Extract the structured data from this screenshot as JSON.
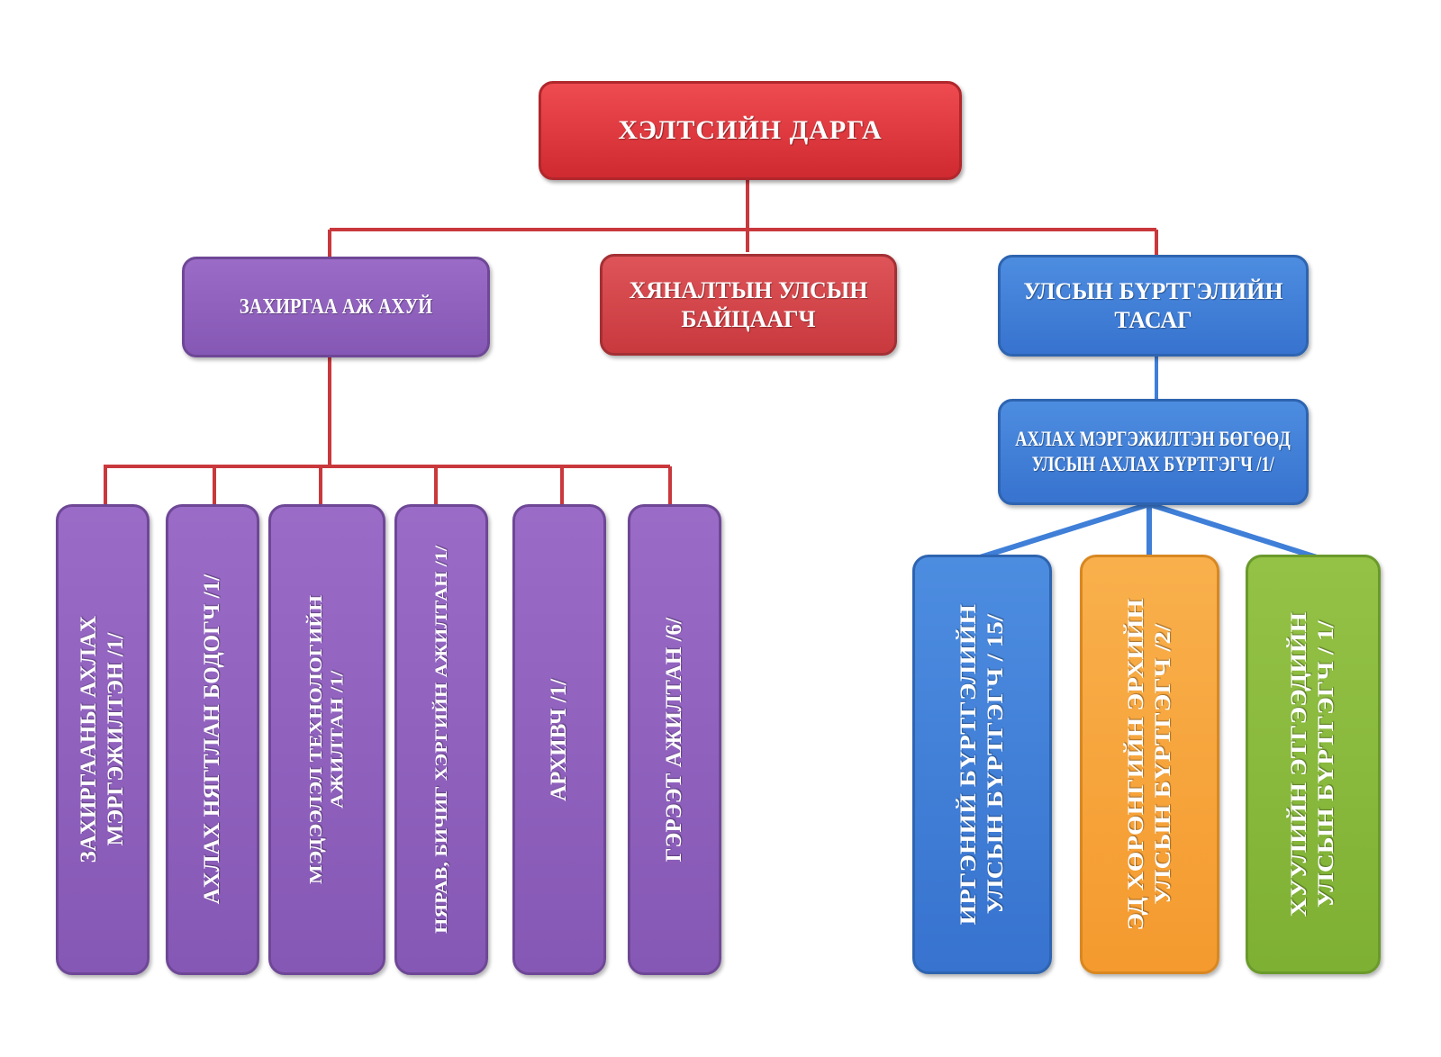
{
  "colors": {
    "red": "#d9353a",
    "purple": "#8d5fbb",
    "blue": "#3f7fd8",
    "orange": "#f6a33a",
    "green": "#86b83a",
    "connector_red": "#c9383c",
    "connector_blue": "#3f7fd8"
  },
  "head": {
    "label": "ХЭЛТСИЙН ДАРГА"
  },
  "level2": {
    "admin": {
      "label": "ЗАХИРГАА АЖ АХУЙ"
    },
    "inspector": {
      "line1": "ХЯНАЛТЫН УЛСЫН",
      "line2": "БАЙЦААГЧ"
    },
    "registration": {
      "line1": "УЛСЫН БҮРТГЭЛИЙН",
      "line2": "ТАСАГ"
    }
  },
  "senior_specialist": {
    "line1": "АХЛАХ МЭРГЭЖИЛТЭН БӨГӨӨД",
    "line2": "УЛСЫН АХЛАХ БҮРТГЭГЧ /1/"
  },
  "admin_staff": [
    {
      "label": "ЗАХИРГААНЫ АХЛАХ\nМЭРГЭЖИЛТЭН /1/"
    },
    {
      "label": "АХЛАХ НЯГТЛАН БОДОГЧ /1/"
    },
    {
      "label": "МЭДЭЭЛЭЛ ТЕХНОЛОГИЙН\nАЖИЛТАН /1/"
    },
    {
      "label": "НЯРАВ, БИЧИГ ХЭРГИЙН АЖИЛТАН /1/"
    },
    {
      "label": "АРХИВЧ /1/"
    },
    {
      "label": "ГЭРЭЭТ АЖИЛТАН /6/"
    }
  ],
  "registrars": [
    {
      "label": "ИРГЭНИЙ БҮРТГЭЛИЙН\nУЛСЫН БҮРТГЭГЧ / 15/"
    },
    {
      "label": "ЭД ХӨРӨНГИЙН ЭРХИЙН\nУЛСЫН БҮРТГЭГЧ /2/"
    },
    {
      "label": "ХУУЛИЙН ЭТГЭЭДИЙН\nУЛСЫН БҮРТГЭГЧ / 1/"
    }
  ]
}
